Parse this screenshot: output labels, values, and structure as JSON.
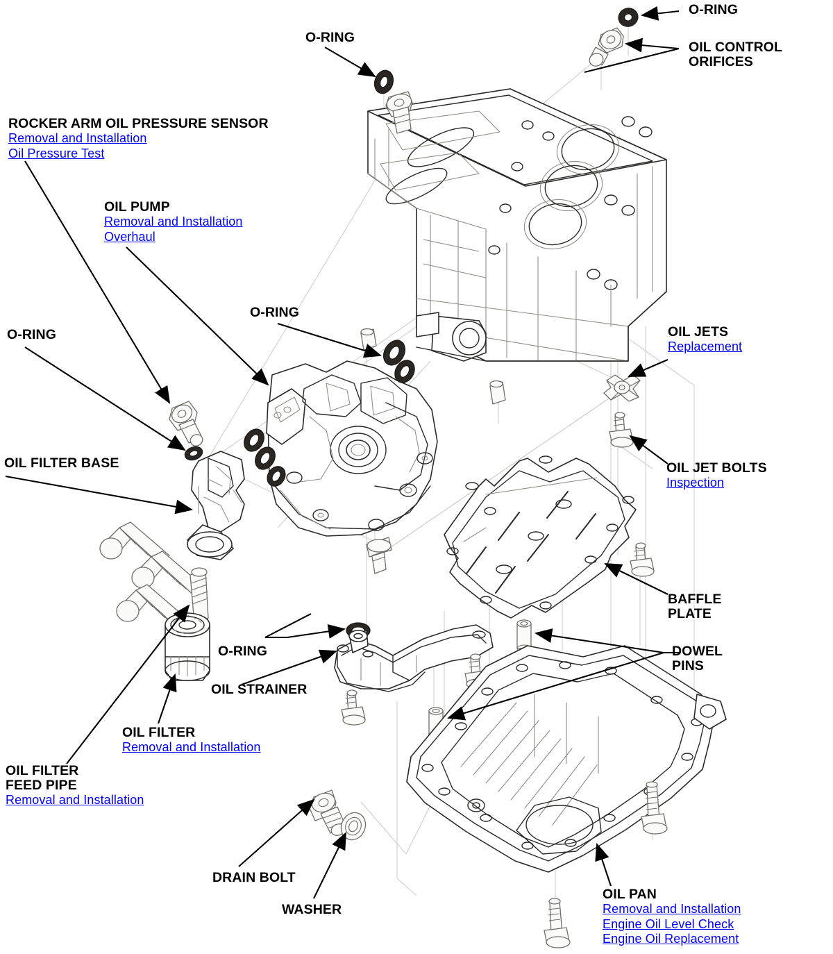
{
  "diagram": {
    "kind": "exploded-parts-view",
    "subject": "Engine lubrication system",
    "line_color": "#1a1a1a",
    "shade_color": "#9b9b96",
    "ghost_color": "#cfcfca",
    "link_color": "#0000ff",
    "label_color": "#000000",
    "background": "#ffffff"
  },
  "callouts": [
    {
      "id": "o-ring-top-right",
      "title": "O-RING",
      "title2": "",
      "links": []
    },
    {
      "id": "oil-control-orifices",
      "title": "OIL CONTROL",
      "title2": "ORIFICES",
      "links": []
    },
    {
      "id": "o-ring-top-center",
      "title": "O-RING",
      "title2": "",
      "links": []
    },
    {
      "id": "rocker-arm-oil-pressure-sensor",
      "title": "ROCKER ARM OIL PRESSURE SENSOR",
      "title2": "",
      "links": [
        "Removal and Installation",
        "Oil Pressure Test"
      ]
    },
    {
      "id": "oil-pump",
      "title": "OIL PUMP",
      "title2": "",
      "links": [
        "Removal and Installation",
        "Overhaul"
      ]
    },
    {
      "id": "o-ring-pump",
      "title": "O-RING",
      "title2": "",
      "links": []
    },
    {
      "id": "o-ring-left",
      "title": "O-RING",
      "title2": "",
      "links": []
    },
    {
      "id": "oil-jets",
      "title": "OIL JETS",
      "title2": "",
      "links": [
        "Replacement"
      ]
    },
    {
      "id": "oil-filter-base",
      "title": "OIL FILTER BASE",
      "title2": "",
      "links": []
    },
    {
      "id": "oil-jet-bolts",
      "title": "OIL JET BOLTS",
      "title2": "",
      "links": [
        "Inspection"
      ]
    },
    {
      "id": "baffle-plate",
      "title": "BAFFLE",
      "title2": "PLATE",
      "links": []
    },
    {
      "id": "o-ring-strainer",
      "title": "O-RING",
      "title2": "",
      "links": []
    },
    {
      "id": "dowel-pins",
      "title": "DOWEL",
      "title2": "PINS",
      "links": []
    },
    {
      "id": "oil-strainer",
      "title": "OIL STRAINER",
      "title2": "",
      "links": []
    },
    {
      "id": "oil-filter",
      "title": "OIL FILTER",
      "title2": "",
      "links": [
        "Removal and Installation"
      ]
    },
    {
      "id": "oil-filter-feed-pipe",
      "title": "OIL FILTER",
      "title2": "FEED PIPE",
      "links": [
        "Removal and Installation"
      ]
    },
    {
      "id": "drain-bolt",
      "title": "DRAIN BOLT",
      "title2": "",
      "links": []
    },
    {
      "id": "washer",
      "title": "WASHER",
      "title2": "",
      "links": []
    },
    {
      "id": "oil-pan",
      "title": "OIL PAN",
      "title2": "",
      "links": [
        "Removal and Installation",
        "Engine Oil Level Check",
        "Engine Oil Replacement"
      ]
    }
  ]
}
